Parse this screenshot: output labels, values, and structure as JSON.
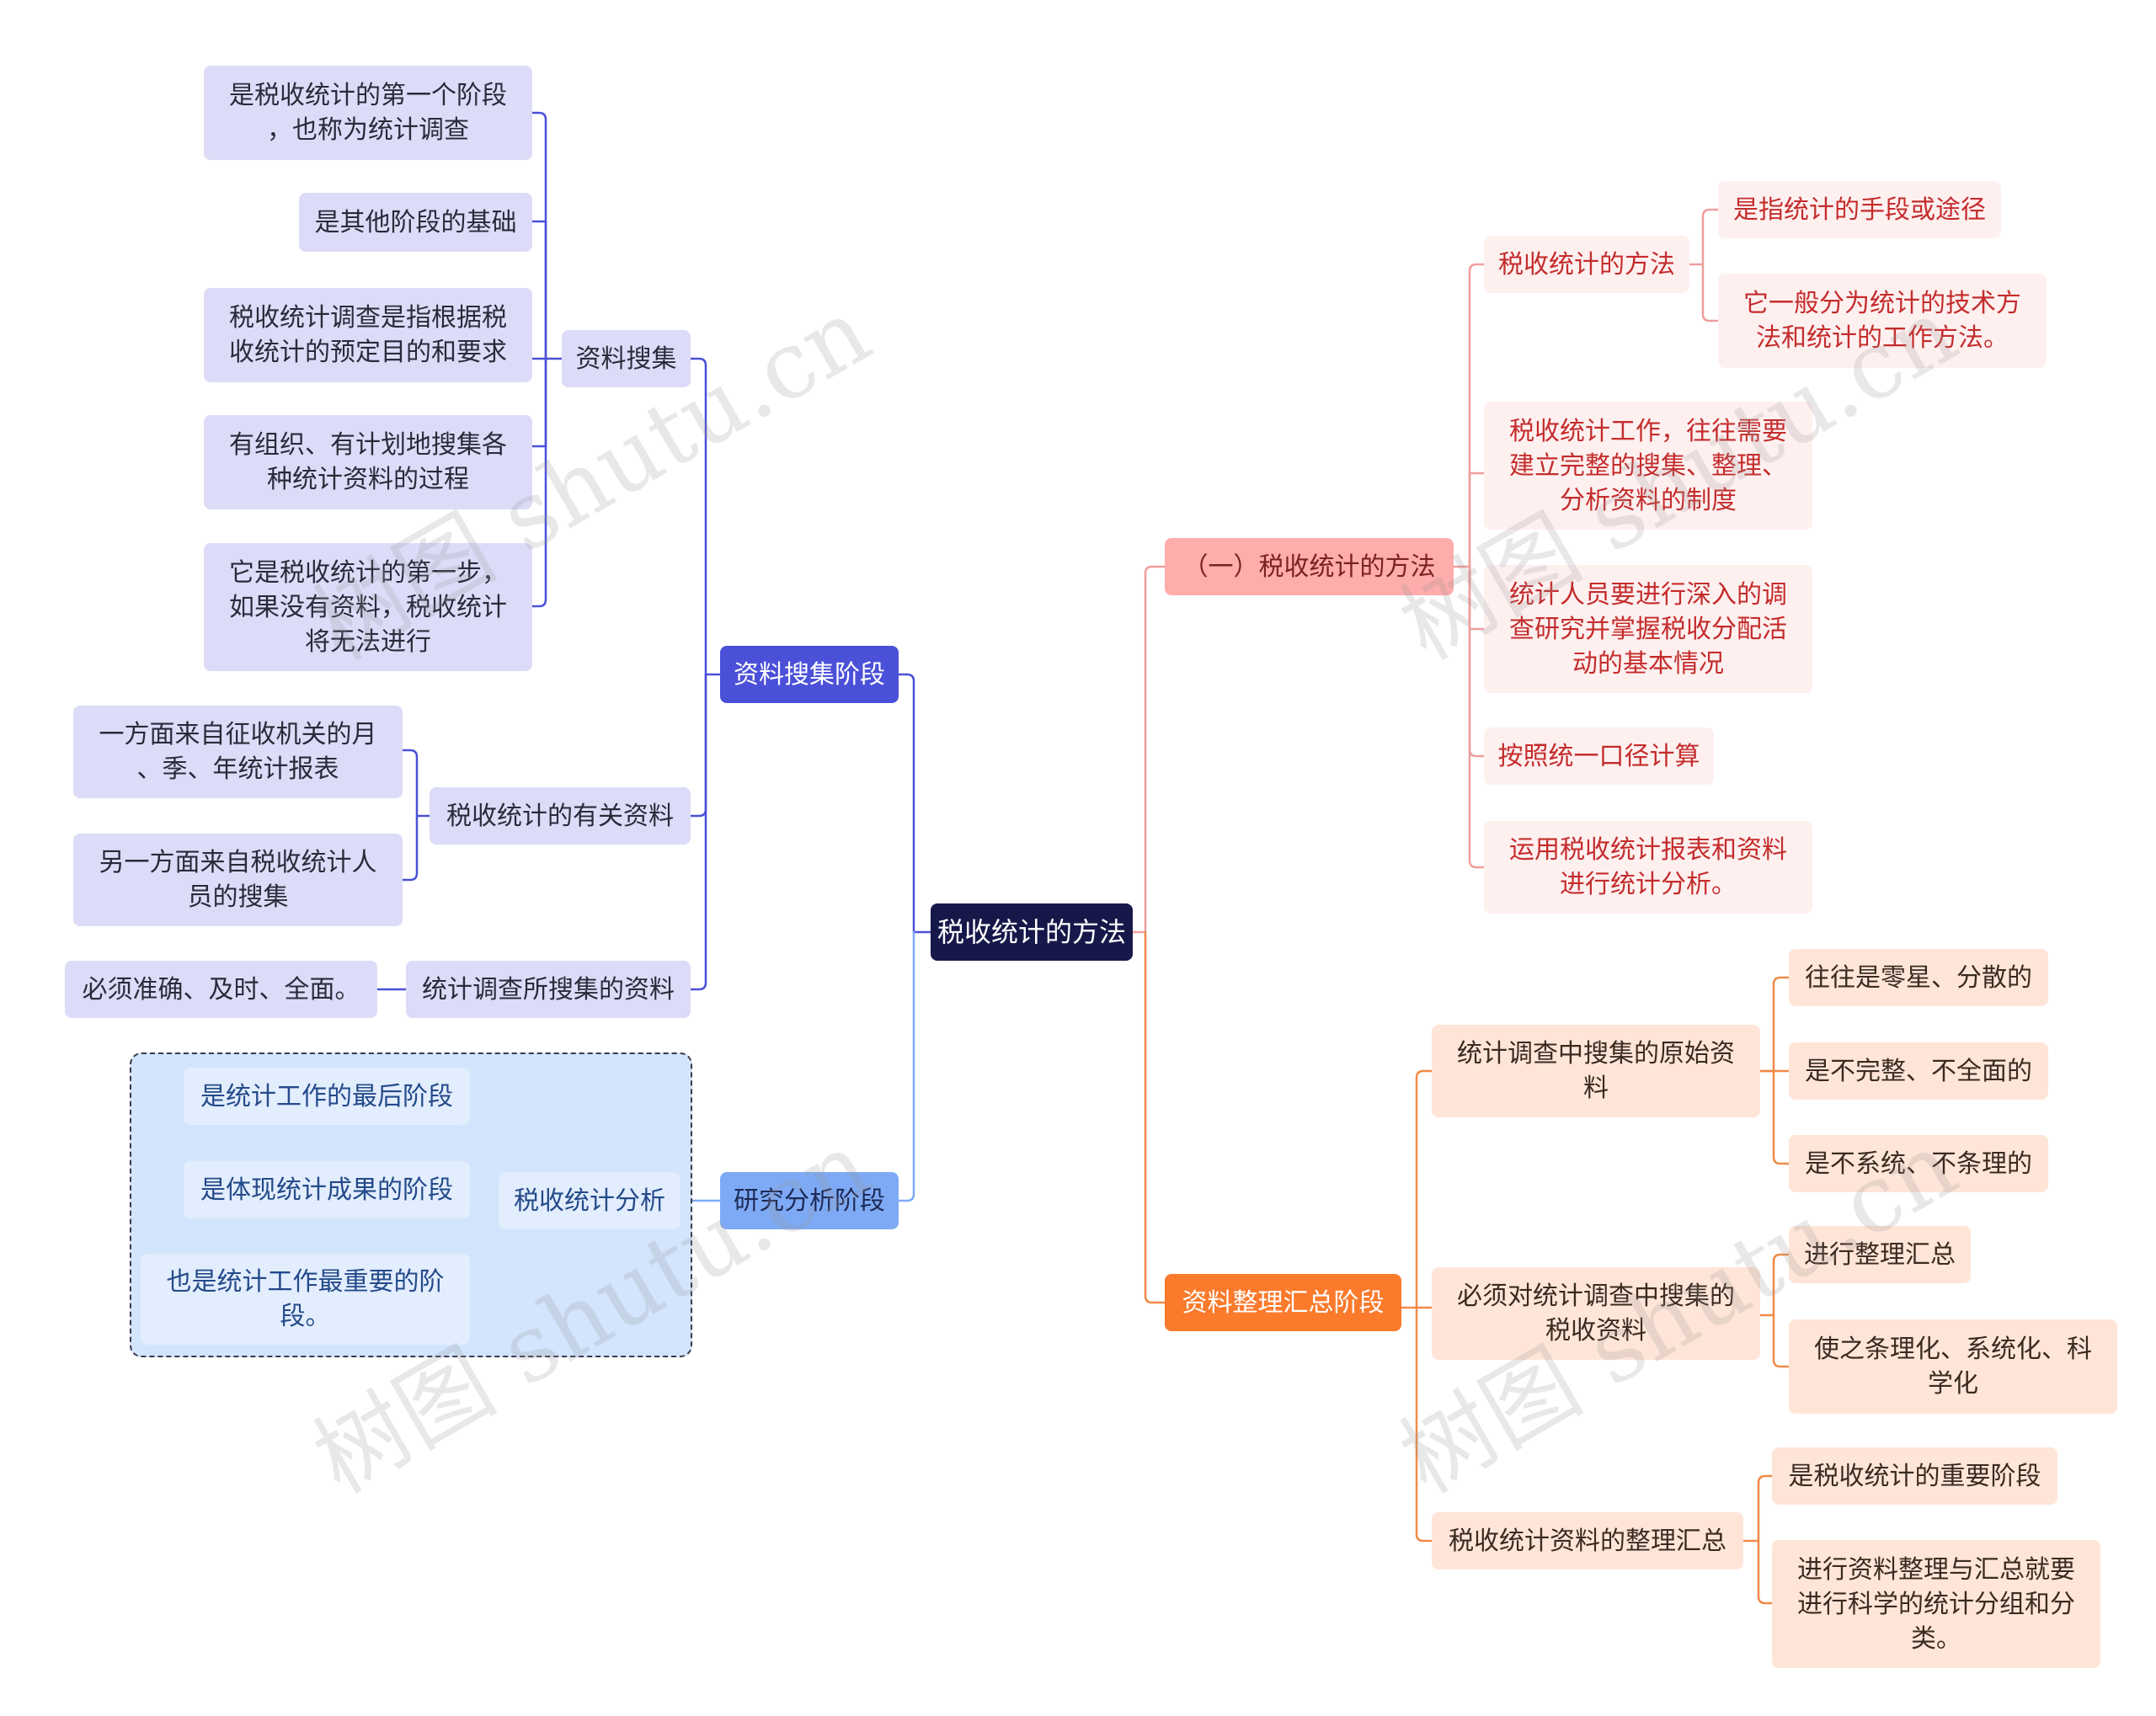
{
  "root": "税收统计的方法",
  "left": {
    "collect_stage": {
      "label": "资料搜集阶段",
      "collect": {
        "label": "资料搜集",
        "items": [
          "是税收统计的第一个阶段\n，也称为统计调查",
          "是其他阶段的基础",
          "税收统计调查是指根据税\n收统计的预定目的和要求",
          "有组织、有计划地搜集各\n种统计资料的过程",
          "它是税收统计的第一步，\n如果没有资料，税收统计\n将无法进行"
        ]
      },
      "related": {
        "label": "税收统计的有关资料",
        "items": [
          "一方面来自征收机关的月\n、季、年统计报表",
          "另一方面来自税收统计人\n员的搜集"
        ]
      },
      "survey": {
        "label": "统计调查所搜集的资料",
        "items": [
          "必须准确、及时、全面。"
        ]
      }
    },
    "analysis_stage": {
      "label": "研究分析阶段",
      "analysis": {
        "label": "税收统计分析",
        "items": [
          "是统计工作的最后阶段",
          "是体现统计成果的阶段",
          "也是统计工作最重要的阶\n段。"
        ]
      }
    }
  },
  "right": {
    "method_section": {
      "label": "（一）税收统计的方法",
      "method": {
        "label": "税收统计的方法",
        "items": [
          "是指统计的手段或途径",
          "它一般分为统计的技术方\n法和统计的工作方法。"
        ]
      },
      "others": [
        "税收统计工作，往往需要\n建立完整的搜集、整理、\n分析资料的制度",
        "统计人员要进行深入的调\n查研究并掌握税收分配活\n动的基本情况",
        "按照统一口径计算",
        "运用税收统计报表和资料\n进行统计分析。"
      ]
    },
    "summary_stage": {
      "label": "资料整理汇总阶段",
      "raw": {
        "label": "统计调查中搜集的原始资\n料",
        "items": [
          "往往是零星、分散的",
          "是不完整、不全面的",
          "是不系统、不条理的"
        ]
      },
      "must": {
        "label": "必须对统计调查中搜集的\n税收资料",
        "items": [
          "进行整理汇总",
          "使之条理化、系统化、科\n学化"
        ]
      },
      "summary": {
        "label": "税收统计资料的整理汇总",
        "items": [
          "是税收统计的重要阶段",
          "进行资料整理与汇总就要\n进行科学的统计分组和分\n类。"
        ]
      }
    }
  },
  "watermark": "树图 shutu.cn",
  "colors": {
    "root": "#17184a",
    "collect_stage": "#4b50d8",
    "analysis_stage": "#7eaaf5",
    "method_section": "#ffacac",
    "summary_stage": "#fb7a2c"
  }
}
